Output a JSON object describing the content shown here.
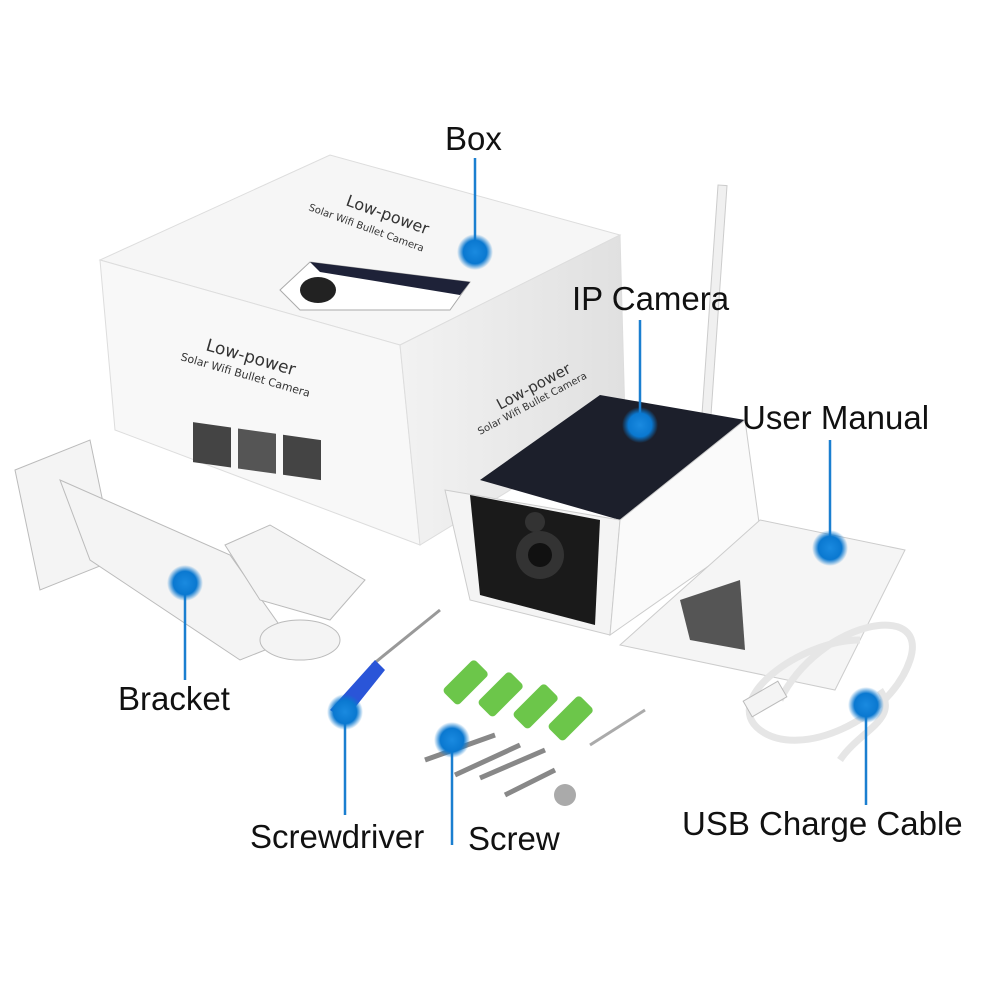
{
  "labels": {
    "box": "Box",
    "ip_camera": "IP Camera",
    "user_manual": "User Manual",
    "bracket": "Bracket",
    "screwdriver": "Screwdriver",
    "screw": "Screw",
    "usb_cable": "USB Charge Cable"
  },
  "box_print": {
    "title": "Low-power",
    "subtitle": "Solar Wifi Bullet Camera"
  },
  "colors": {
    "accent": "#1a7fd0"
  }
}
